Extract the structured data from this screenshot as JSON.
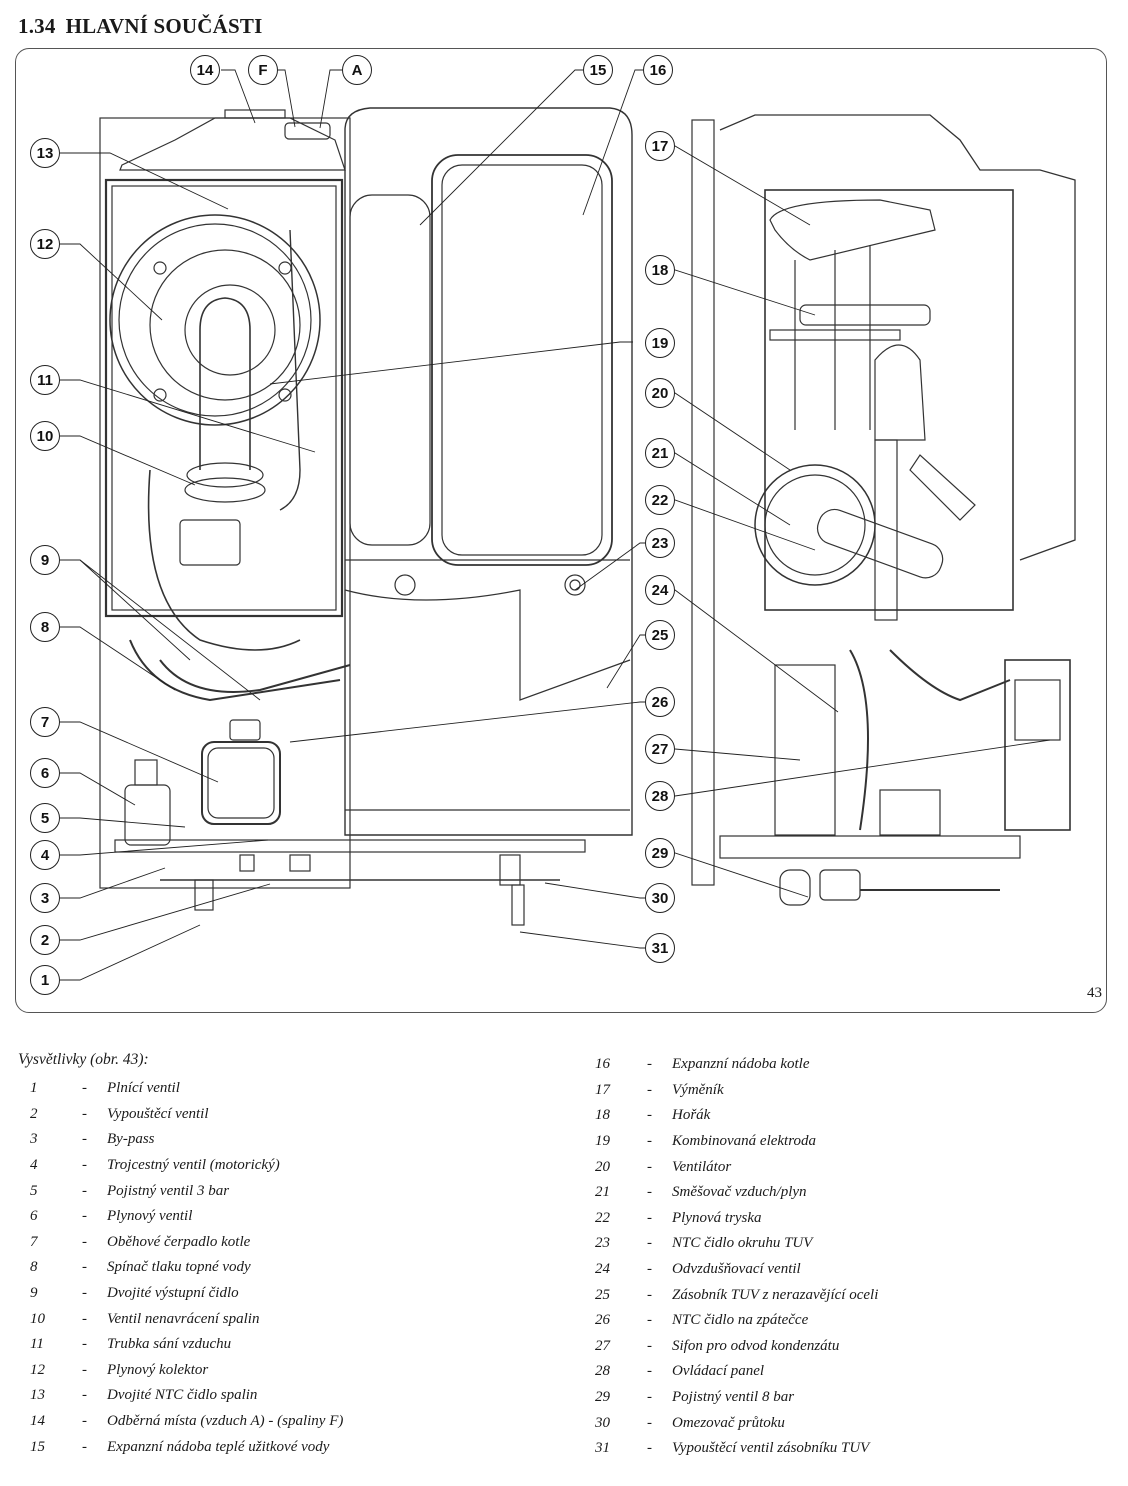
{
  "section": {
    "number": "1.34",
    "title": "HLAVNÍ SOUČÁSTI"
  },
  "figure": {
    "number": "43",
    "callouts": [
      {
        "id": "14"
      },
      {
        "id": "F"
      },
      {
        "id": "A"
      },
      {
        "id": "15"
      },
      {
        "id": "16"
      },
      {
        "id": "13"
      },
      {
        "id": "12"
      },
      {
        "id": "11"
      },
      {
        "id": "10"
      },
      {
        "id": "9"
      },
      {
        "id": "8"
      },
      {
        "id": "7"
      },
      {
        "id": "6"
      },
      {
        "id": "5"
      },
      {
        "id": "4"
      },
      {
        "id": "3"
      },
      {
        "id": "2"
      },
      {
        "id": "1"
      },
      {
        "id": "17"
      },
      {
        "id": "18"
      },
      {
        "id": "19"
      },
      {
        "id": "20"
      },
      {
        "id": "21"
      },
      {
        "id": "22"
      },
      {
        "id": "23"
      },
      {
        "id": "24"
      },
      {
        "id": "25"
      },
      {
        "id": "26"
      },
      {
        "id": "27"
      },
      {
        "id": "28"
      },
      {
        "id": "29"
      },
      {
        "id": "30"
      },
      {
        "id": "31"
      }
    ]
  },
  "legend": {
    "title": "Vysvětlivky (obr. 43):",
    "separator": "-",
    "items": [
      {
        "num": "1",
        "label": "Plnící ventil"
      },
      {
        "num": "2",
        "label": "Vypouštěcí ventil"
      },
      {
        "num": "3",
        "label": "By-pass"
      },
      {
        "num": "4",
        "label": "Trojcestný ventil (motorický)"
      },
      {
        "num": "5",
        "label": "Pojistný ventil 3 bar"
      },
      {
        "num": "6",
        "label": "Plynový ventil"
      },
      {
        "num": "7",
        "label": "Oběhové čerpadlo kotle"
      },
      {
        "num": "8",
        "label": "Spínač tlaku topné vody"
      },
      {
        "num": "9",
        "label": "Dvojité výstupní čidlo"
      },
      {
        "num": "10",
        "label": "Ventil nenavrácení spalin"
      },
      {
        "num": "11",
        "label": "Trubka sání vzduchu"
      },
      {
        "num": "12",
        "label": "Plynový kolektor"
      },
      {
        "num": "13",
        "label": "Dvojité NTC čidlo spalin"
      },
      {
        "num": "14",
        "label": "Odběrná místa (vzduch A) - (spaliny F)"
      },
      {
        "num": "15",
        "label": "Expanzní nádoba teplé užitkové vody"
      },
      {
        "num": "16",
        "label": "Expanzní nádoba kotle"
      },
      {
        "num": "17",
        "label": "Výměník"
      },
      {
        "num": "18",
        "label": "Hořák"
      },
      {
        "num": "19",
        "label": "Kombinovaná elektroda"
      },
      {
        "num": "20",
        "label": "Ventilátor"
      },
      {
        "num": "21",
        "label": "Směšovač vzduch/plyn"
      },
      {
        "num": "22",
        "label": "Plynová tryska"
      },
      {
        "num": "23",
        "label": "NTC čidlo okruhu TUV"
      },
      {
        "num": "24",
        "label": "Odvzdušňovací ventil"
      },
      {
        "num": "25",
        "label": "Zásobník TUV z nerazavějící oceli"
      },
      {
        "num": "26",
        "label": "NTC čidlo na zpátečce"
      },
      {
        "num": "27",
        "label": "Sifon pro odvod kondenzátu"
      },
      {
        "num": "28",
        "label": "Ovládací panel"
      },
      {
        "num": "29",
        "label": "Pojistný ventil 8 bar"
      },
      {
        "num": "30",
        "label": "Omezovač průtoku"
      },
      {
        "num": "31",
        "label": "Vypouštěcí ventil zásobníku TUV"
      }
    ]
  }
}
